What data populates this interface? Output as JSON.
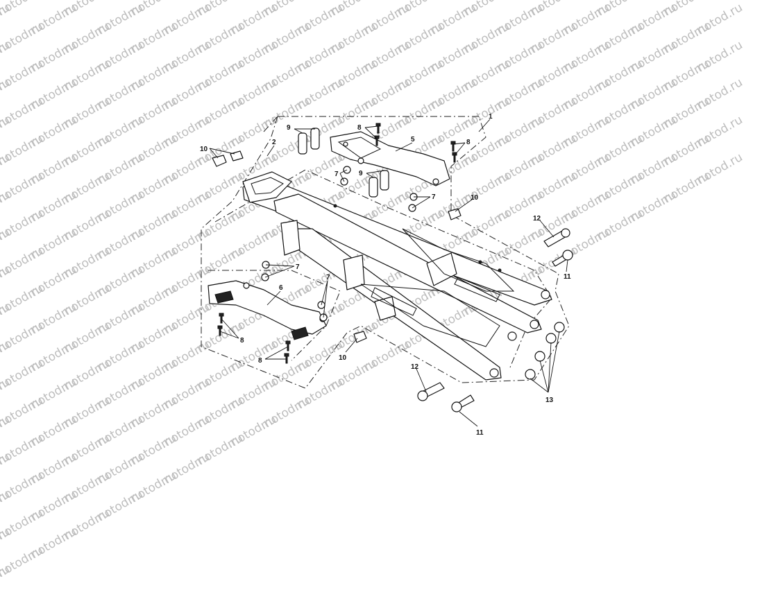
{
  "watermark": {
    "text": "motod.ru",
    "color": "#bdbdbd"
  },
  "callouts": [
    {
      "id": "c1",
      "label": "1"
    },
    {
      "id": "c2",
      "label": "2"
    },
    {
      "id": "c5",
      "label": "5"
    },
    {
      "id": "c6",
      "label": "6"
    },
    {
      "id": "c7a",
      "label": "7"
    },
    {
      "id": "c7b",
      "label": "7"
    },
    {
      "id": "c7c",
      "label": "7"
    },
    {
      "id": "c7d",
      "label": "7"
    },
    {
      "id": "c8a",
      "label": "8"
    },
    {
      "id": "c8b",
      "label": "8"
    },
    {
      "id": "c8c",
      "label": "8"
    },
    {
      "id": "c8d",
      "label": "8"
    },
    {
      "id": "c9a",
      "label": "9"
    },
    {
      "id": "c9b",
      "label": "9"
    },
    {
      "id": "c10a",
      "label": "10"
    },
    {
      "id": "c10b",
      "label": "10"
    },
    {
      "id": "c10c",
      "label": "10"
    },
    {
      "id": "c11a",
      "label": "11"
    },
    {
      "id": "c11b",
      "label": "11"
    },
    {
      "id": "c12a",
      "label": "12"
    },
    {
      "id": "c12b",
      "label": "12"
    },
    {
      "id": "c13",
      "label": "13"
    }
  ]
}
